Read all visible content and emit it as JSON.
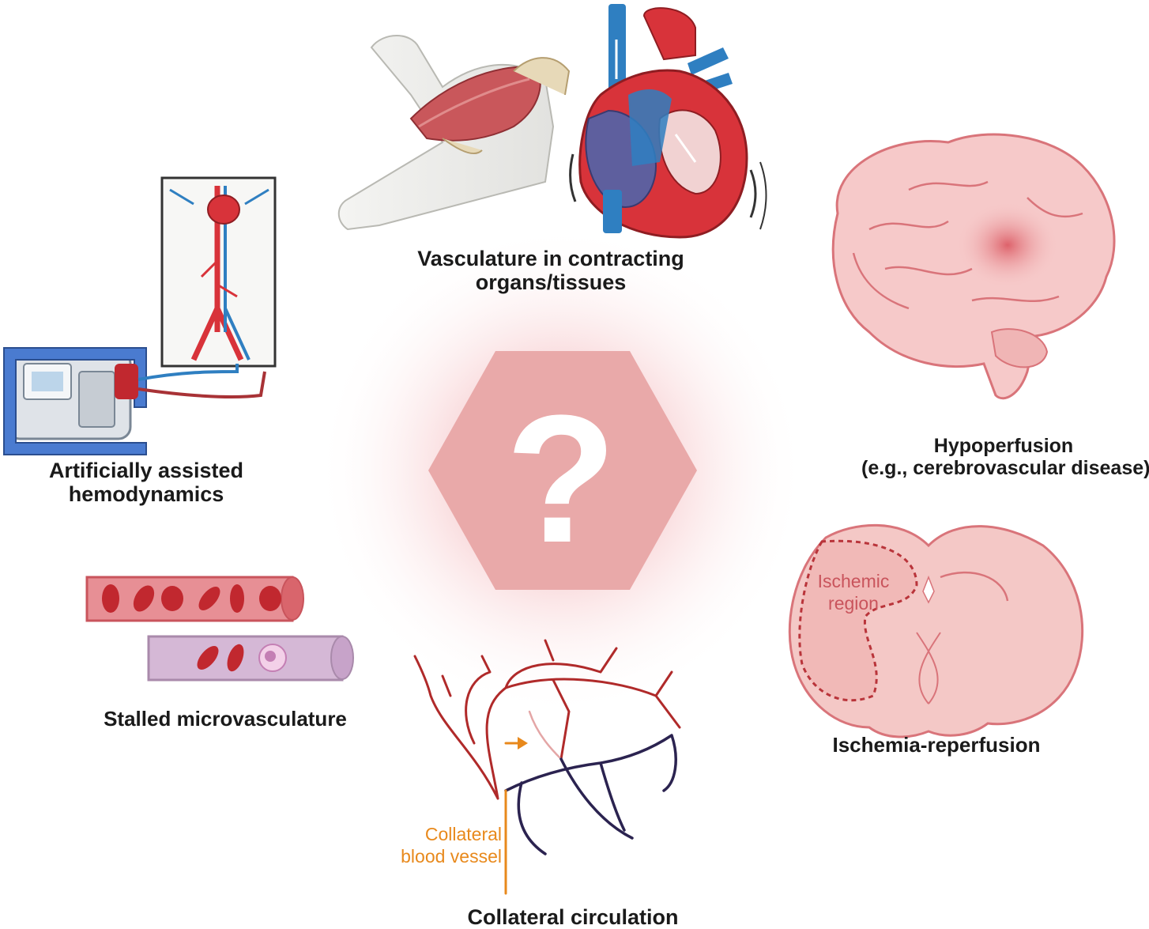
{
  "center": {
    "symbol": "?"
  },
  "labels": {
    "contracting": [
      "Vasculature in contracting",
      "organs/tissues"
    ],
    "hypoperfusion": [
      "Hypoperfusion",
      "(e.g., cerebrovascular disease)"
    ],
    "ischemia": [
      "Ischemia-reperfusion"
    ],
    "collateral": [
      "Collateral circulation"
    ],
    "stalled": [
      "Stalled microvasculature"
    ],
    "artificial": [
      "Artificially assisted",
      "hemodynamics"
    ]
  },
  "annotations": {
    "ischemic_region": [
      "Ischemic",
      "region"
    ],
    "collateral_vessel": [
      "Collateral",
      "blood vessel"
    ]
  },
  "colors": {
    "hexagon": "#e9a9a9",
    "glow": "#f6c5c8",
    "artery": "#d8333a",
    "vein": "#2f7fc1",
    "collateral_accent": "#e8891c",
    "venous_dark": "#2b2350",
    "brain": "#f6c9c9",
    "text": "#1a1a1a"
  }
}
